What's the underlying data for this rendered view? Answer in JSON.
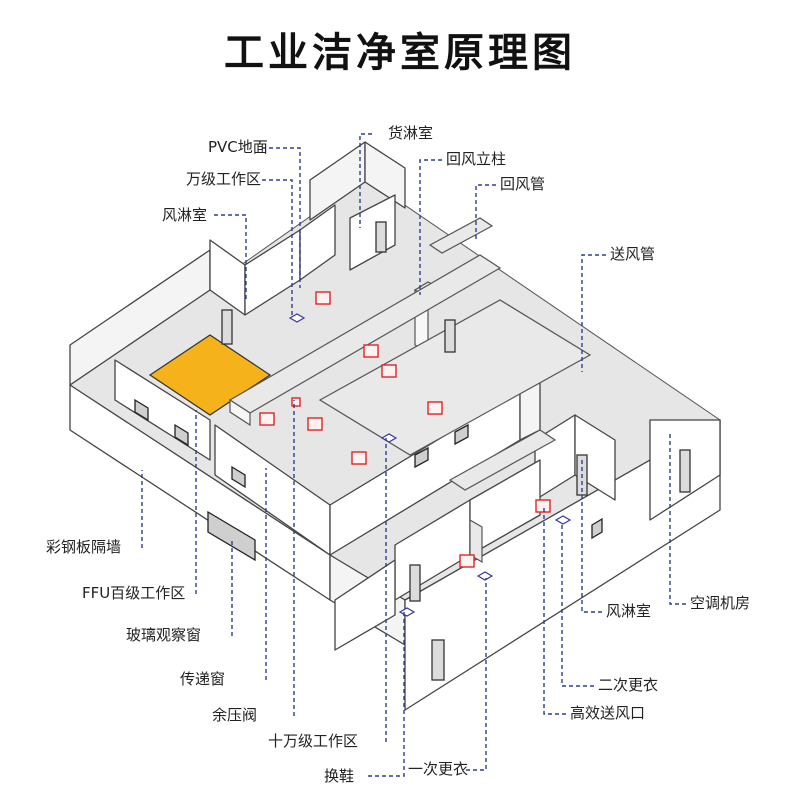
{
  "title": "工业洁净室原理图",
  "colors": {
    "highlight_room": "#F5B21A",
    "hepa_outlet": "#E02424",
    "leader_line": "#2F3F8F"
  },
  "labels": {
    "huolin": "货淋室",
    "pvc": "PVC地面",
    "huifeng_lizhu": "回风立柱",
    "wanji": "万级工作区",
    "huifeng_guan": "回风管",
    "fenglin_left": "风淋室",
    "songfeng_guan": "送风管",
    "caigang": "彩钢板隔墙",
    "ffu": "FFU百级工作区",
    "boli": "玻璃观察窗",
    "chuandi": "传递窗",
    "yuya": "余压阀",
    "shiwan": "十万级工作区",
    "huanxie": "换鞋",
    "yici": "一次更衣",
    "fenglin_right": "风淋室",
    "kongtiao": "空调机房",
    "erci": "二次更衣",
    "gaoxiao": "高效送风口"
  }
}
